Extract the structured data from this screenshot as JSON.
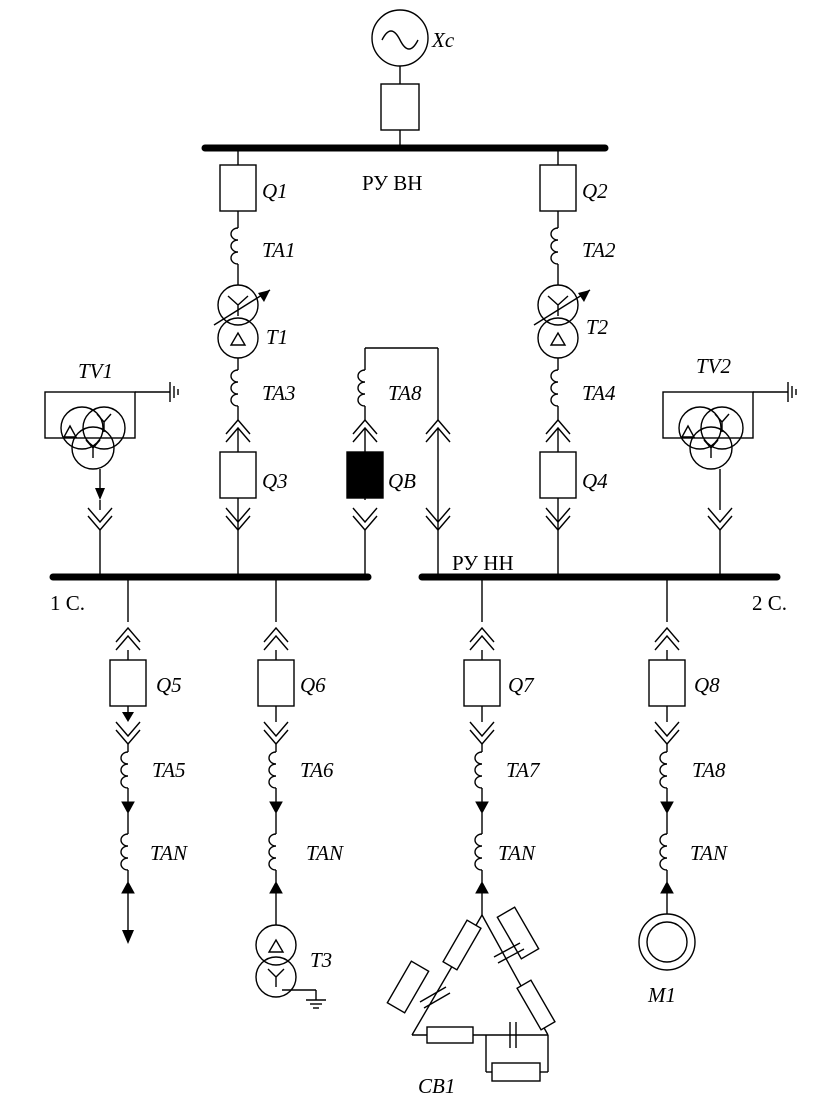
{
  "labels": {
    "source": "Xc",
    "bus_hv": "РУ ВН",
    "bus_lv": "РУ НН",
    "section1": "1 С.",
    "section2": "2 С.",
    "q1": "Q1",
    "q2": "Q2",
    "q3": "Q3",
    "q4": "Q4",
    "q5": "Q5",
    "q6": "Q6",
    "q7": "Q7",
    "q8": "Q8",
    "qb": "QB",
    "ta1": "TA1",
    "ta2": "TA2",
    "ta3": "TA3",
    "ta4": "TA4",
    "ta5": "TA5",
    "ta6": "TA6",
    "ta7": "TA7",
    "ta8_top": "TA8",
    "ta8_bottom": "TA8",
    "tan1": "TAN",
    "tan2": "TAN",
    "tan3": "TAN",
    "tan4": "TAN",
    "t1": "T1",
    "t2": "T2",
    "t3": "T3",
    "tv1": "TV1",
    "tv2": "TV2",
    "m1": "M1",
    "cb1": "CB1"
  }
}
